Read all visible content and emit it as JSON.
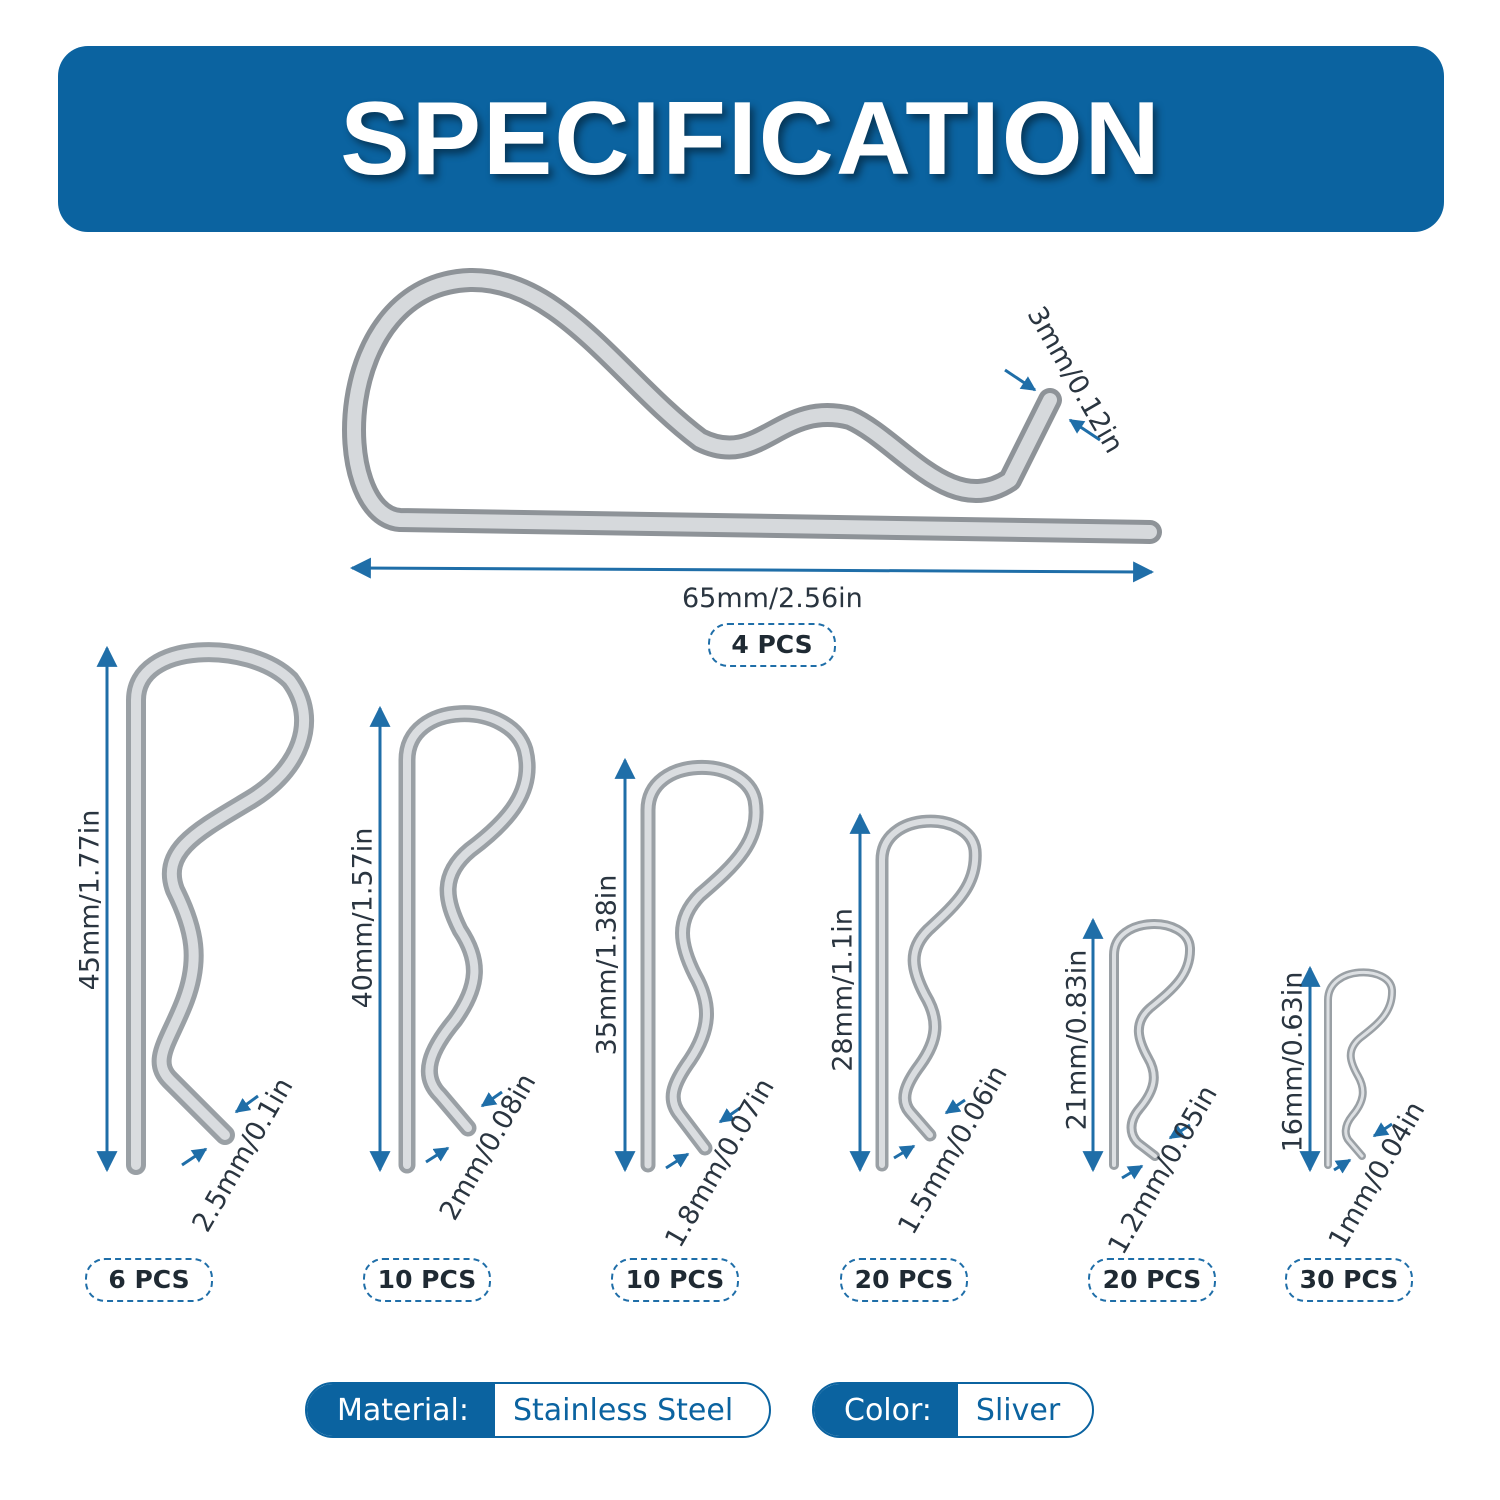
{
  "header": {
    "title": "SPECIFICATION"
  },
  "large_pin": {
    "wire": "3mm/0.12in",
    "length": "65mm/2.56in",
    "qty": "4 PCS"
  },
  "pins": [
    {
      "height": "45mm/1.77in",
      "wire": "2.5mm/0.1in",
      "qty": "6 PCS"
    },
    {
      "height": "40mm/1.57in",
      "wire": "2mm/0.08in",
      "qty": "10 PCS"
    },
    {
      "height": "35mm/1.38in",
      "wire": "1.8mm/0.07in",
      "qty": "10 PCS"
    },
    {
      "height": "28mm/1.1in",
      "wire": "1.5mm/0.06in",
      "qty": "20 PCS"
    },
    {
      "height": "21mm/0.83in",
      "wire": "1.2mm/0.05in",
      "qty": "20 PCS"
    },
    {
      "height": "16mm/0.63in",
      "wire": "1mm/0.04in",
      "qty": "30 PCS"
    }
  ],
  "specs": {
    "material_label": "Material:",
    "material_value": "Stainless Steel",
    "color_label": "Color:",
    "color_value": "Sliver"
  },
  "colors": {
    "brand_blue": "#0b63a0",
    "metal": "#b8bcc0"
  }
}
